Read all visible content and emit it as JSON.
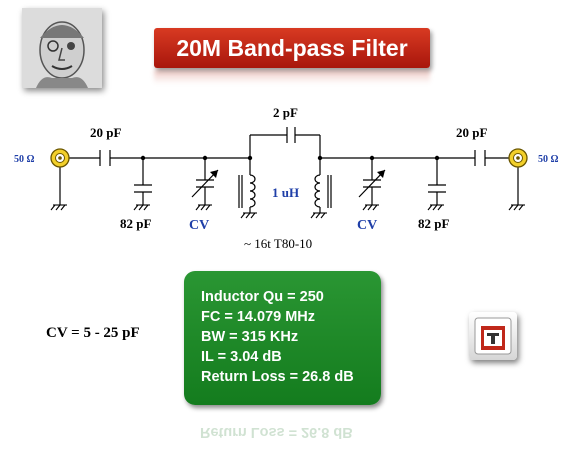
{
  "title": "20M Band-pass Filter",
  "schematic": {
    "port_left": "50 Ω",
    "port_right": "50 Ω",
    "cap_series_left": "20 pF",
    "cap_series_right": "20 pF",
    "cap_shunt_left": "82 pF",
    "cap_shunt_right": "82 pF",
    "cv_left": "CV",
    "cv_right": "CV",
    "cap_coupling": "2 pF",
    "inductor": "1 uH",
    "core_note": "~ 16t T80-10"
  },
  "cv_range": "CV = 5 - 25 pF",
  "specs": [
    "Inductor Qu = 250",
    "FC = 14.079 MHz",
    "BW = 315 KHz",
    "IL = 3.04 dB",
    "Return Loss = 26.8 dB"
  ],
  "spec_reflection": "Return Loss = 26.8 dB",
  "colors": {
    "title_bg": "#c0281a",
    "spec_bg": "#1f8a28",
    "label_blue": "#1f3fa8"
  }
}
